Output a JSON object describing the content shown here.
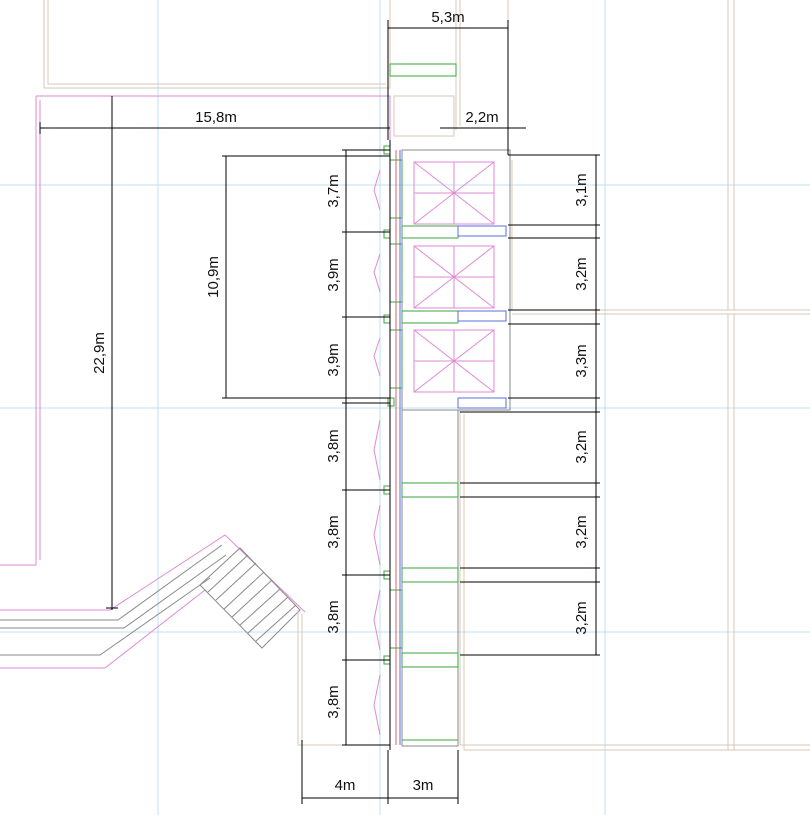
{
  "colors": {
    "dimension": "#000000",
    "grid": "#bfe0ee",
    "wall": "#d9c7b8",
    "cabin": "#e08ad6",
    "frame": "#3aa63a",
    "rail": "#5a6ee0"
  },
  "dimensions": {
    "top_width": "5,3m",
    "left_span": "15,8m",
    "right_offset": "2,2m",
    "total_height": "22,9m",
    "upper_block": "10,9m",
    "bottom_left": "4m",
    "bottom_mid": "3m",
    "left_segments": [
      "3,7m",
      "3,9m",
      "3,9m",
      "3,8m",
      "3,8m",
      "3,8m",
      "3,8m"
    ],
    "right_segments": [
      "3,1m",
      "3,2m",
      "3,3m",
      "3,2m",
      "3,2m",
      "3,2m"
    ]
  }
}
